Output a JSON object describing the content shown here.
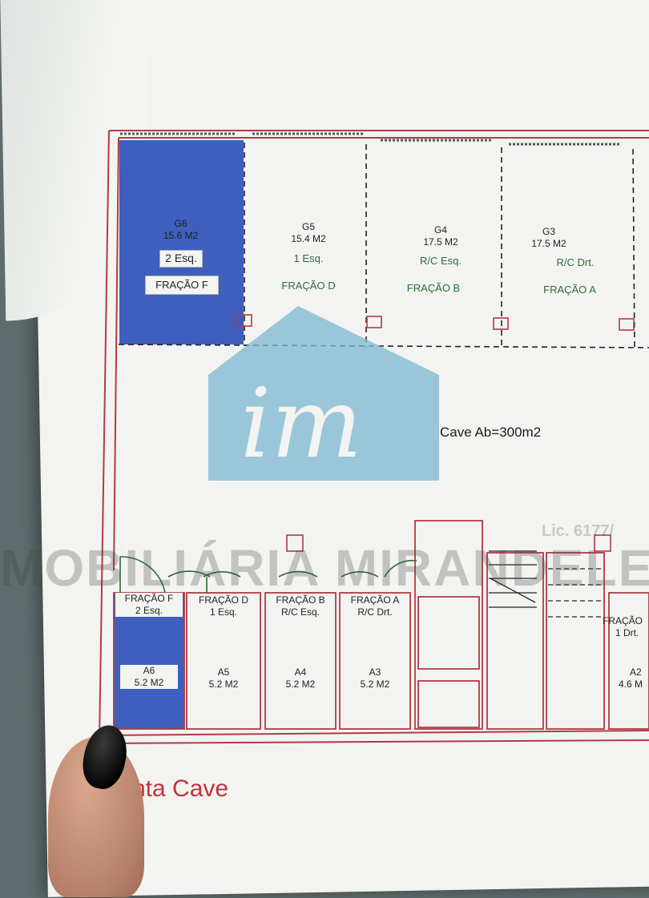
{
  "garages": [
    {
      "id": "G6",
      "area": "15.6 M2",
      "floor": "2 Esq.",
      "fraction": "FRAÇÃO F"
    },
    {
      "id": "G5",
      "area": "15.4 M2",
      "floor": "1 Esq.",
      "fraction": "FRAÇÃO D"
    },
    {
      "id": "G4",
      "area": "17.5 M2",
      "floor": "R/C Esq.",
      "fraction": "FRAÇÃO B"
    },
    {
      "id": "G3",
      "area": "17.5 M2",
      "floor": "R/C Drt.",
      "fraction": "FRAÇÃO A"
    }
  ],
  "storage": [
    {
      "fraction": "FRAÇÃO F",
      "floor": "2 Esq.",
      "id": "A6",
      "area": "5.2 M2"
    },
    {
      "fraction": "FRAÇÃO D",
      "floor": "1 Esq.",
      "id": "A5",
      "area": "5.2 M2"
    },
    {
      "fraction": "FRAÇÃO B",
      "floor": "R/C Esq.",
      "id": "A4",
      "area": "5.2 M2"
    },
    {
      "fraction": "FRAÇÃO A",
      "floor": "R/C Drt.",
      "id": "A3",
      "area": "5.2 M2"
    },
    {
      "fraction": "FRAÇÃO",
      "floor": "1 Drt.",
      "id": "A2",
      "area": "4.6 M"
    }
  ],
  "cave_label": "Cave Ab=300m2",
  "plan_title": "nta Cave",
  "watermark": {
    "logo": "im",
    "text": "MOBILIÁRIA MIRANDELENS",
    "license": "Lic. 6177/"
  },
  "colors": {
    "highlight": "#3e5fbe",
    "plan_line": "#b23a45",
    "watermark": "#7fb8d4"
  }
}
